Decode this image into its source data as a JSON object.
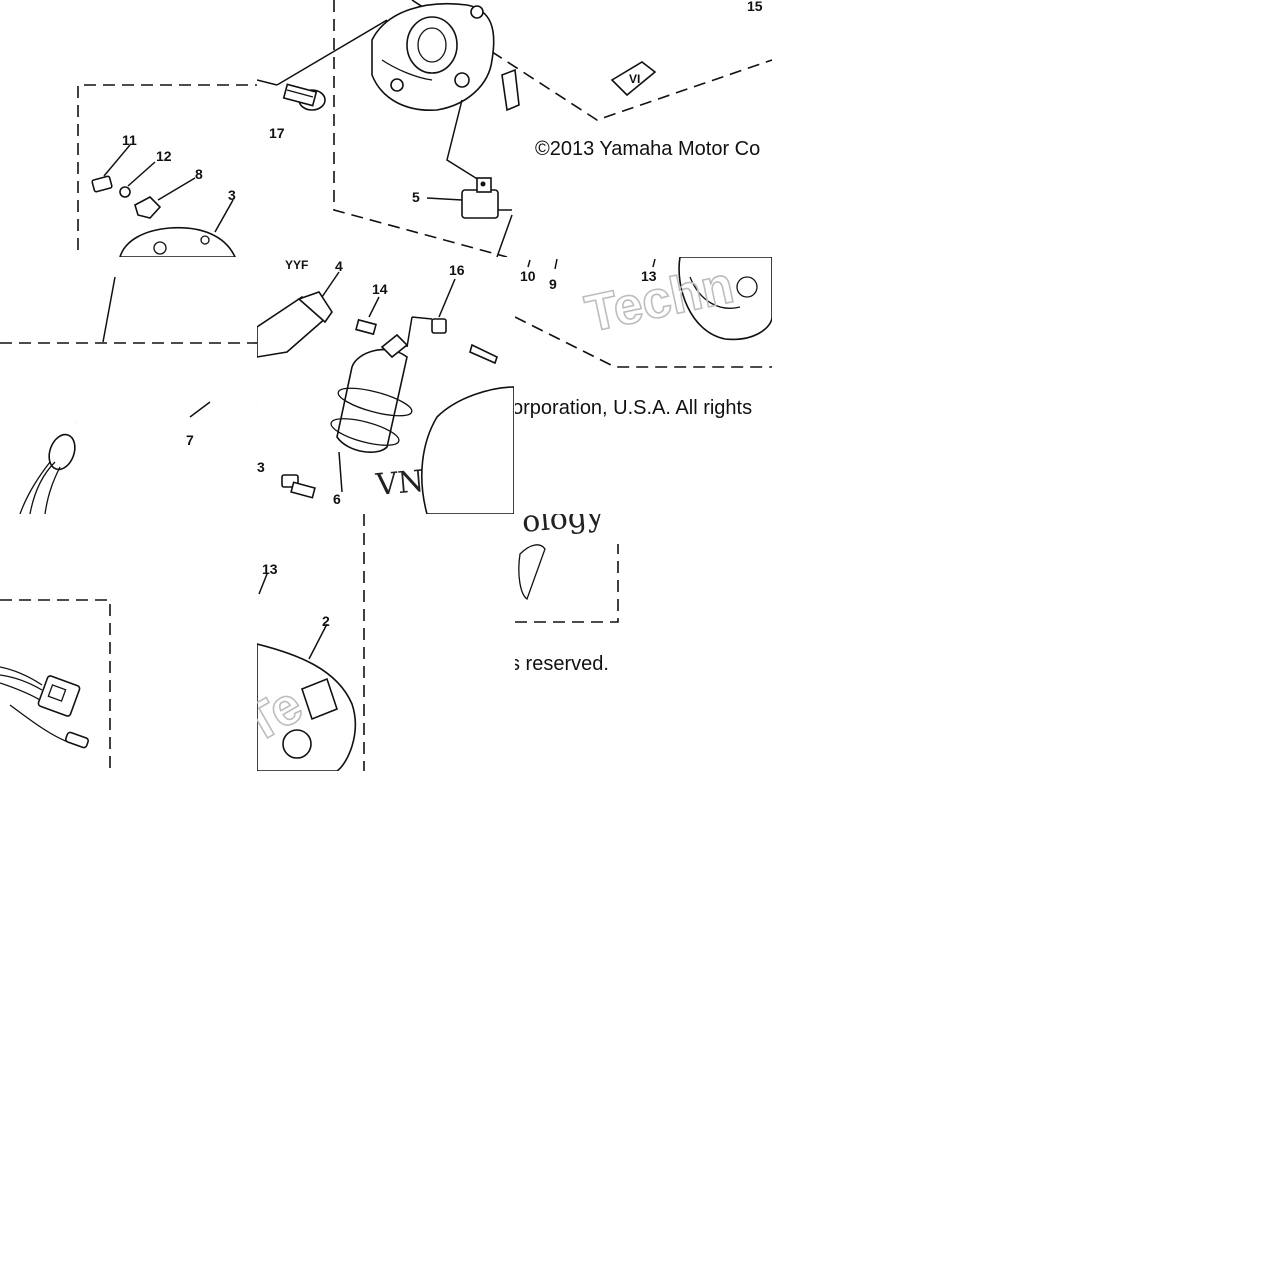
{
  "diagram": {
    "copyright": {
      "line1": "©2013 Yamaha Motor Co",
      "line2": "orporation, U.S.A. All rights",
      "line3": "s reserved."
    },
    "watermark": {
      "text1": "Techn",
      "text2": "VNext Te",
      "text3": "ology"
    },
    "part_numbers": {
      "p1": "2",
      "p2": "3",
      "p3": "4",
      "p4": "5",
      "p5": "6",
      "p6": "7",
      "p7": "8",
      "p8": "9",
      "p9": "10",
      "p10": "11",
      "p11": "12",
      "p12": "13",
      "p13": "13",
      "p14": "14",
      "p15": "15",
      "p16": "16",
      "p17": "17"
    }
  }
}
